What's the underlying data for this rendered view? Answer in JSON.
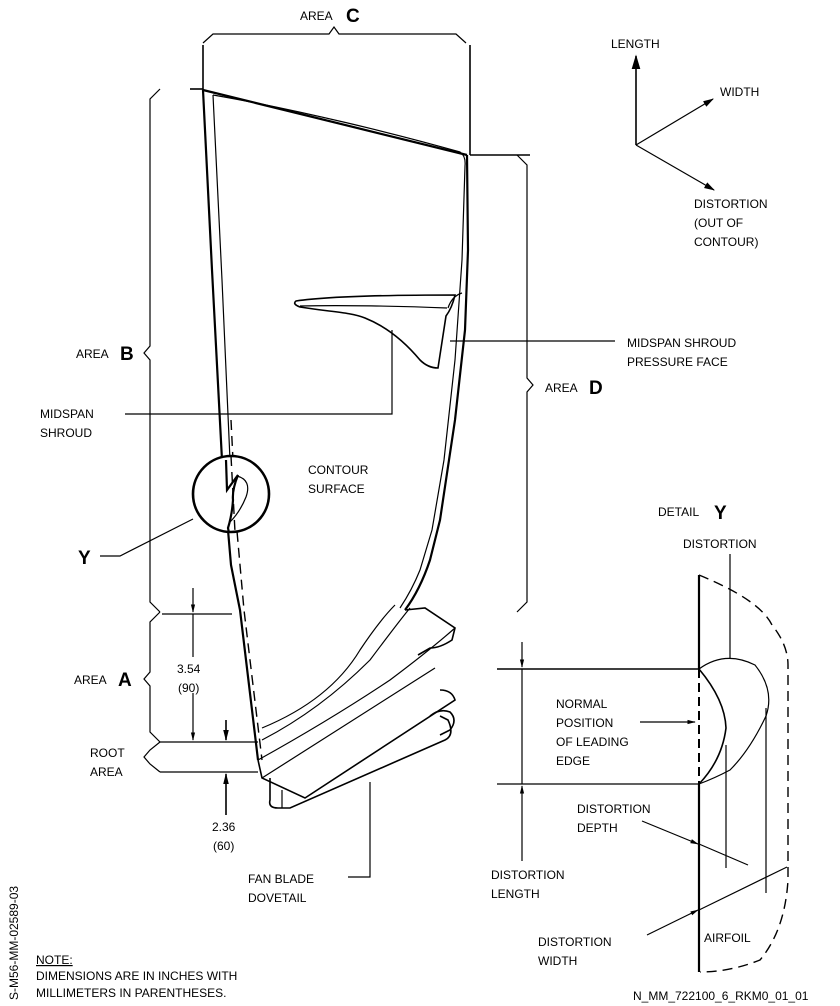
{
  "diagram": {
    "area_labels": {
      "area_word": "AREA",
      "a": "A",
      "b": "B",
      "c": "C",
      "d": "D",
      "root_area_line1": "ROOT",
      "root_area_line2": "AREA"
    },
    "axes_legend": {
      "length": "LENGTH",
      "width": "WIDTH",
      "distortion_line1": "DISTORTION",
      "distortion_line2": "(OUT OF",
      "distortion_line3": "CONTOUR)"
    },
    "callouts": {
      "midspan_shroud_pressure_face_line1": "MIDSPAN SHROUD",
      "midspan_shroud_pressure_face_line2": "PRESSURE FACE",
      "midspan_shroud_line1": "MIDSPAN",
      "midspan_shroud_line2": "SHROUD",
      "contour_surface_line1": "CONTOUR",
      "contour_surface_line2": "SURFACE",
      "detail_ref": "Y",
      "fan_blade_dovetail_line1": "FAN BLADE",
      "fan_blade_dovetail_line2": "DOVETAIL"
    },
    "dimensions": {
      "area_a_in": "3.54",
      "area_a_mm": "(90)",
      "root_area_in": "2.36",
      "root_area_mm": "(60)"
    },
    "detail_y": {
      "title_word": "DETAIL",
      "title_letter": "Y",
      "distortion": "DISTORTION",
      "normal_position_line1": "NORMAL",
      "normal_position_line2": "POSITION",
      "normal_position_line3": "OF LEADING",
      "normal_position_line4": "EDGE",
      "distortion_depth_line1": "DISTORTION",
      "distortion_depth_line2": "DEPTH",
      "distortion_length_line1": "DISTORTION",
      "distortion_length_line2": "LENGTH",
      "distortion_width_line1": "DISTORTION",
      "distortion_width_line2": "WIDTH",
      "airfoil": "AIRFOIL"
    },
    "note": {
      "heading": "NOTE:",
      "line1": "DIMENSIONS ARE IN INCHES WITH",
      "line2": "MILLIMETERS IN PARENTHESES."
    },
    "side_id": "S-M56-MM-02589-03",
    "figure_id": "N_MM_722100_6_RKM0_01_01"
  }
}
